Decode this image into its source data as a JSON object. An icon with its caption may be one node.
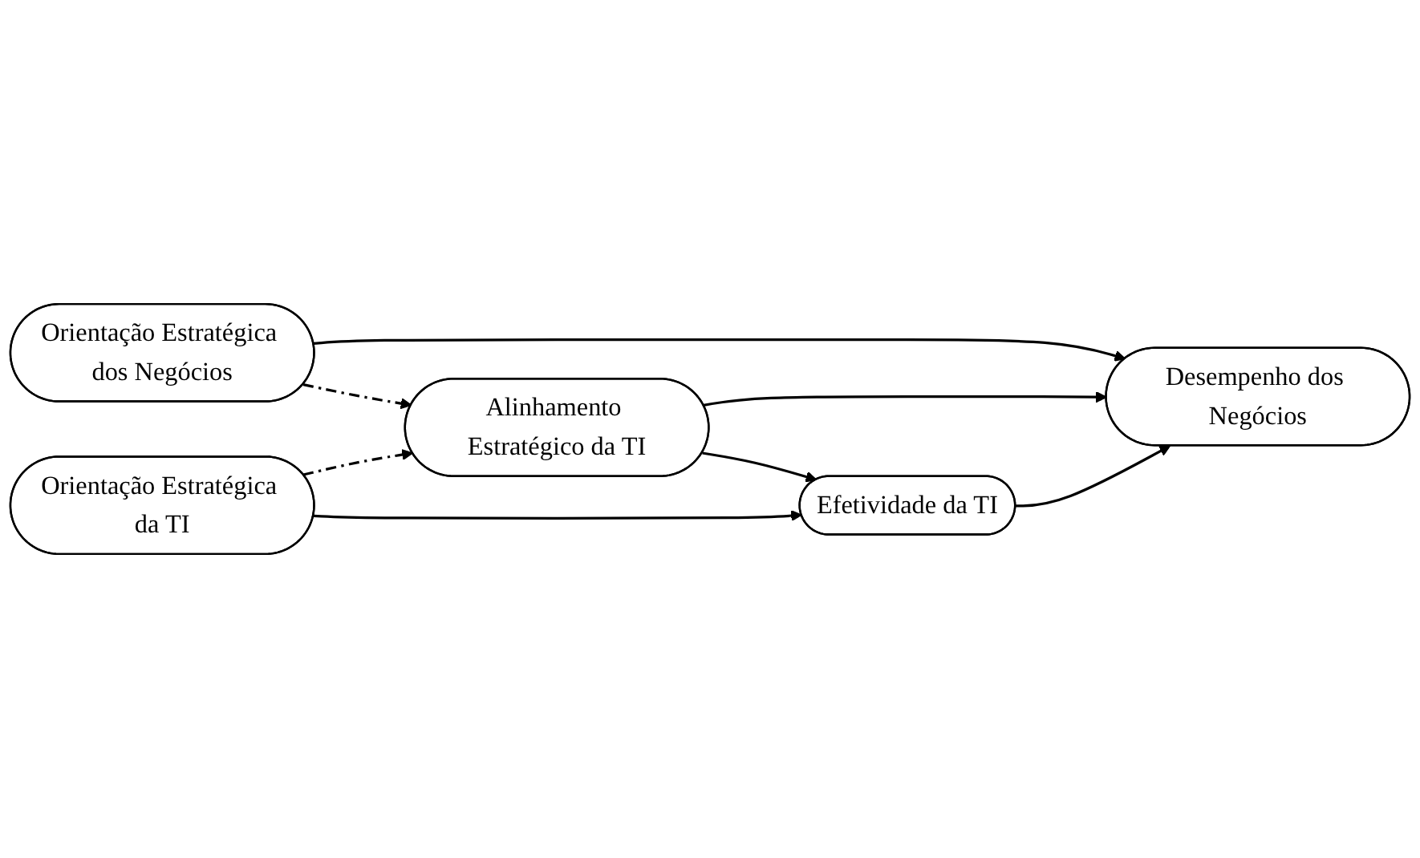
{
  "diagram": {
    "nodes": [
      {
        "text": [
          "Orientação Estratégica dos Negócios"
        ]
      },
      {
        "text": [
          "Desempenho dos Negócios"
        ]
      },
      {
        "text": [
          "Alinhamento Estratégico da TI"
        ]
      },
      {
        "text": [
          "Orientação Estratégica da TI"
        ]
      },
      {
        "text": [
          "Efetividade da TI"
        ]
      }
    ],
    "edges": [
      {
        "from": 0,
        "to": 1,
        "arrow": "to"
      },
      {
        "from": 2,
        "to": 1,
        "arrow": "to"
      },
      {
        "from": 2,
        "to": 4,
        "arrow": "to"
      },
      {
        "from": 3,
        "to": 4,
        "arrow": "to"
      },
      {
        "from": 4,
        "to": 1,
        "arrow": "to"
      },
      {
        "from": 0,
        "to": 2,
        "arrow": "to",
        "style": "dashed"
      },
      {
        "from": 3,
        "to": 2,
        "arrow": "to",
        "style": "dashed"
      }
    ]
  }
}
